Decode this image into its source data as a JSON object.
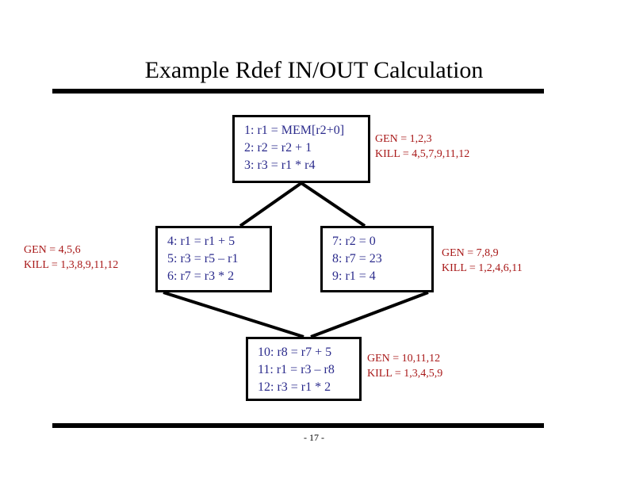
{
  "slide": {
    "title": "Example Rdef IN/OUT Calculation",
    "footer_number": "- 17 -",
    "colors": {
      "code_text": "#2b2b8c",
      "genkill_text": "#a81818",
      "box_border": "#000000",
      "rule": "#000000",
      "background": "#ffffff"
    }
  },
  "blocks": {
    "entry": {
      "code": [
        "1: r1 = MEM[r2+0]",
        "2: r2 = r2 + 1",
        "3: r3 = r1 * r4"
      ],
      "gen": "GEN = 1,2,3",
      "kill": "KILL = 4,5,7,9,11,12"
    },
    "left": {
      "code": [
        "4: r1 = r1 + 5",
        "5: r3 = r5 – r1",
        "6: r7 = r3 * 2"
      ],
      "gen": "GEN = 4,5,6",
      "kill": "KILL = 1,3,8,9,11,12"
    },
    "right": {
      "code": [
        "7: r2 = 0",
        "8: r7 = 23",
        "9: r1 = 4"
      ],
      "gen": "GEN = 7,8,9",
      "kill": "KILL = 1,2,4,6,11"
    },
    "bottom": {
      "code": [
        "10: r8 = r7 + 5",
        "11: r1 = r3 – r8",
        "12: r3 = r1 * 2"
      ],
      "gen": "GEN = 10,11,12",
      "kill": "KILL = 1,3,4,5,9"
    }
  },
  "edges": [
    {
      "name": "entry-to-left",
      "from": "entry",
      "to": "left"
    },
    {
      "name": "entry-to-right",
      "from": "entry",
      "to": "right"
    },
    {
      "name": "left-to-bottom",
      "from": "left",
      "to": "bottom"
    },
    {
      "name": "right-to-bottom",
      "from": "right",
      "to": "bottom"
    }
  ]
}
